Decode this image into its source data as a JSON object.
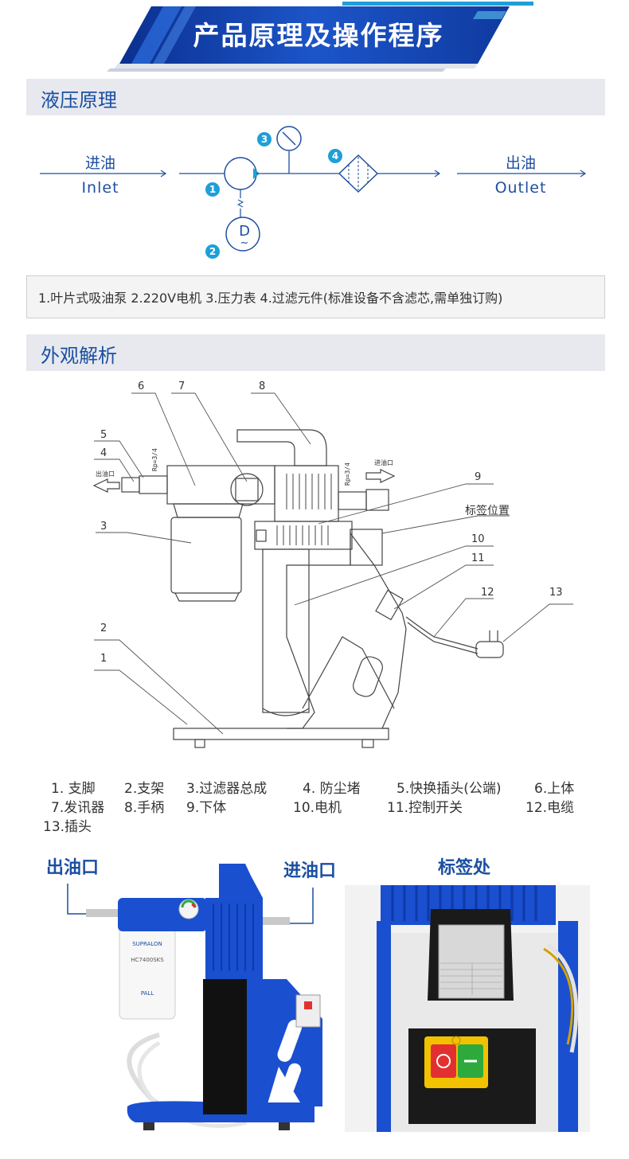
{
  "header": {
    "title": "产品原理及操作程序"
  },
  "sections": {
    "principle": "液压原理",
    "appearance": "外观解析"
  },
  "flow": {
    "inlet_cn": "进油",
    "inlet_en": "Inlet",
    "outlet_cn": "出油",
    "outlet_en": "Outlet",
    "motor_symbol": "D",
    "motor_tilde": "~",
    "markers": [
      "1",
      "2",
      "3",
      "4"
    ]
  },
  "legend": "1.叶片式吸油泵    2.220V电机    3.压力表    4.过滤元件(标准设备不含滤芯,需单独订购)",
  "drawing": {
    "callouts": [
      "1",
      "2",
      "3",
      "4",
      "5",
      "6",
      "7",
      "8",
      "9",
      "10",
      "11",
      "12",
      "13"
    ],
    "label_position": "标签位置",
    "outlet_small": "出油口",
    "inlet_small": "进油口",
    "thread_spec": "Rp=3/4"
  },
  "parts": [
    "1. 支脚",
    "2.支架",
    "3.过滤器总成",
    "4. 防尘堵",
    "5.快换插头(公端)",
    "6.上体",
    "7.发讯器",
    "8.手柄",
    "9.下体",
    "10.电机",
    "11.控制开关",
    "12.电缆",
    "13.插头"
  ],
  "photos": {
    "outlet_label": "出油口",
    "inlet_label": "进油口",
    "tag_label": "标签处",
    "filter_brand": "SUPRALON",
    "filter_model": "HC7400SKS",
    "filter_maker": "PALL"
  },
  "colors": {
    "brand_blue": "#1b4fa2",
    "accent_cyan": "#1e9fd8",
    "section_bg": "#e7e9ef",
    "machine_blue": "#1a4fd0",
    "switch_red": "#e23030",
    "switch_green": "#2eaa3d",
    "switch_yellow": "#f2c200"
  }
}
